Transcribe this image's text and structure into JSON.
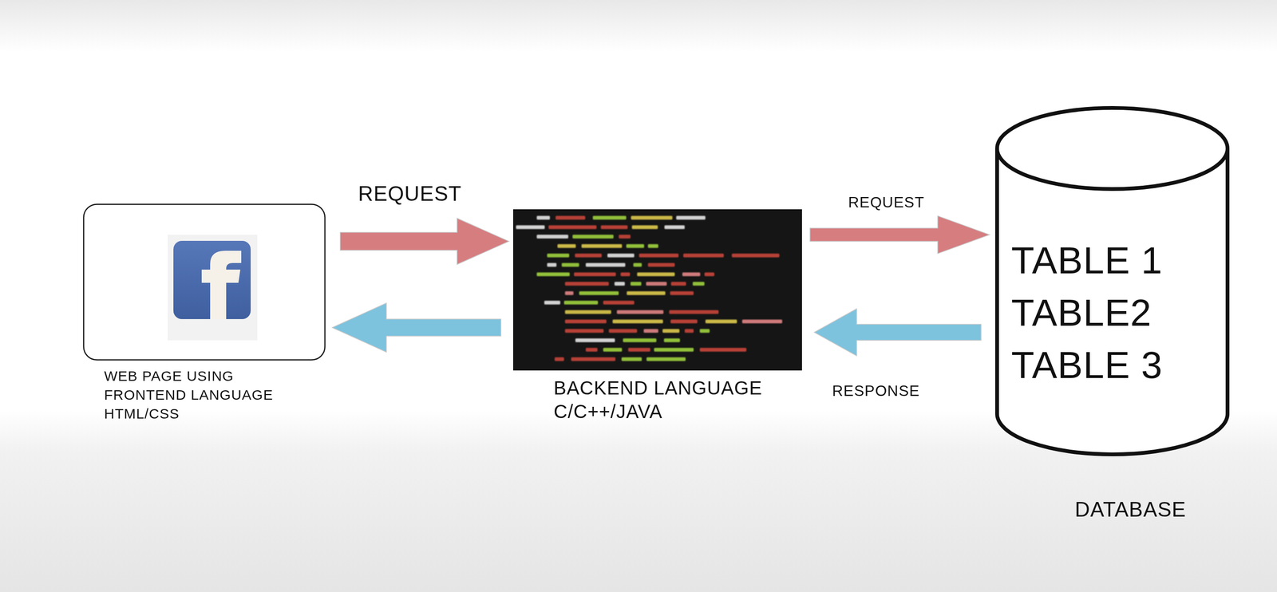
{
  "diagram": {
    "nodes": [
      {
        "text": [
          "WEB PAGE USING FRONTEND LANGUAGE HTML/CSS"
        ]
      },
      {
        "text": [
          "BACKEND LANGUAGE C/C++/JAVA"
        ]
      },
      {
        "text": [
          "TABLE 1",
          "TABLE2",
          "TABLE 3",
          "DATABASE"
        ]
      }
    ],
    "edges": [
      {
        "from": 0,
        "to": 1,
        "label": "REQUEST",
        "arrow": "to"
      },
      {
        "from": 1,
        "to": 0,
        "arrow": "to"
      },
      {
        "from": 1,
        "to": 2,
        "label": "REQUEST",
        "arrow": "to"
      },
      {
        "from": 2,
        "to": 1,
        "label": "RESPONSE",
        "arrow": "to"
      }
    ]
  }
}
